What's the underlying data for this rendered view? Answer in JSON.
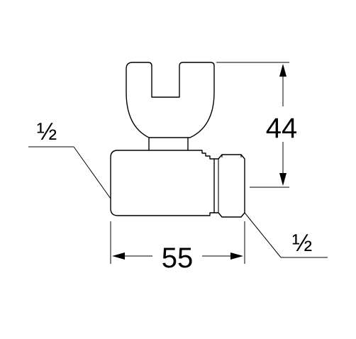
{
  "diagram": {
    "inlet_label": "½",
    "outlet_label": "½",
    "height_dimension": "44",
    "width_dimension": "55"
  },
  "colors": {
    "line": "#000000",
    "background": "#ffffff"
  }
}
